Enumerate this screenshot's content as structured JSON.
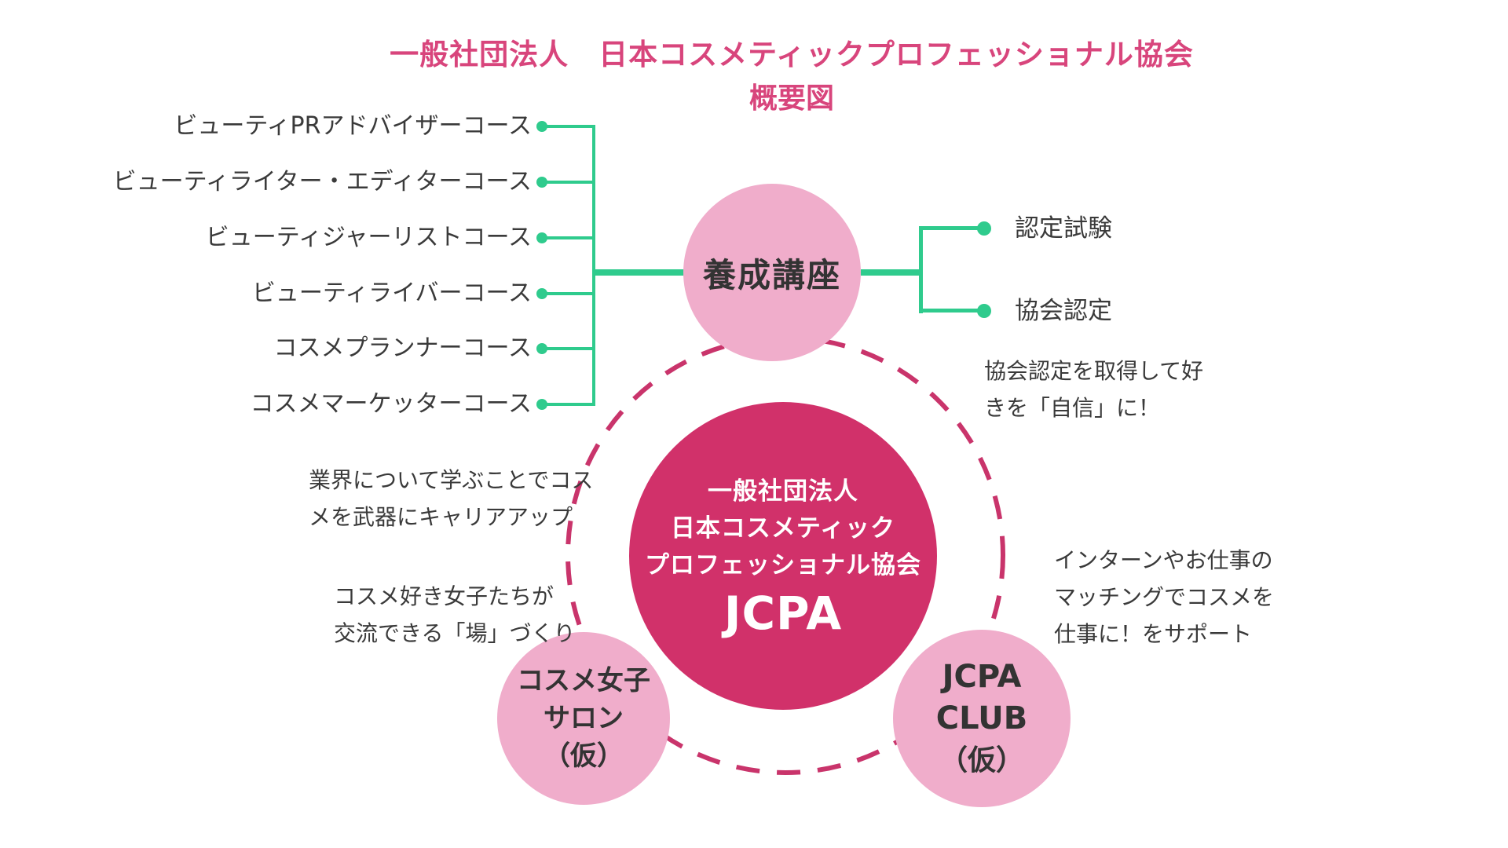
{
  "title": {
    "line1": "一般社団法人　日本コスメティックプロフェッショナル協会",
    "line2": "概要図"
  },
  "courses": {
    "items": [
      "ビューティPRアドバイザーコース",
      "ビューティライター・エディターコース",
      "ビューティジャーリストコース",
      "ビューティライバーコース",
      "コスメプランナーコース",
      "コスメマーケッターコース"
    ]
  },
  "training_circle": {
    "label": "養成講座"
  },
  "certification": {
    "exam": "認定試験",
    "approval": "協会認定"
  },
  "center_circle": {
    "line1": "一般社団法人",
    "line2": "日本コスメティック",
    "line3": "プロフェッショナル協会",
    "acronym": "JCPA"
  },
  "salon_circle": {
    "line1": "コスメ女子",
    "line2": "サロン",
    "line3": "（仮）"
  },
  "club_circle": {
    "line1": "JCPA",
    "line2": "CLUB",
    "line3": "（仮）"
  },
  "annotations": {
    "certification_note": {
      "line1": "協会認定を取得して好",
      "line2": "きを「自信」に！"
    },
    "career_note": {
      "line1": "業界について学ぶことでコス",
      "line2": "メを武器にキャリアアップ"
    },
    "salon_note": {
      "line1": "コスメ好き女子たちが",
      "line2": "交流できる「場」づくり"
    },
    "club_note": {
      "line1": "インターンやお仕事の",
      "line2": "マッチングでコスメを",
      "line3": "仕事に！をサポート"
    }
  },
  "colors": {
    "title_pink": "#d8457c",
    "center_circle_pink": "#d1316a",
    "light_pink": "#f0adcb",
    "dashed_ring_pink": "#c9346b",
    "connector_green": "#2fcb8d",
    "text_dark": "#3a3a3a"
  }
}
